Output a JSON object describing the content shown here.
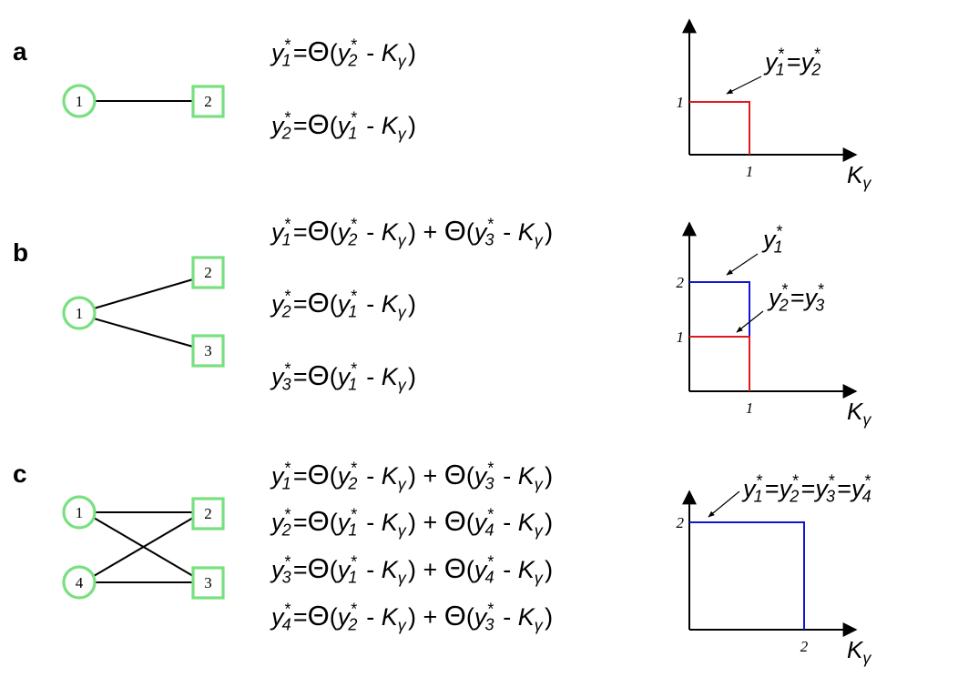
{
  "colors": {
    "node_stroke": "#77e07f",
    "red_line": "#e0191c",
    "blue_line": "#1414d4"
  },
  "panels": [
    {
      "label": "a",
      "nodes": [
        {
          "id": "1",
          "shape": "circle"
        },
        {
          "id": "2",
          "shape": "square"
        }
      ],
      "edges": [
        [
          "1",
          "2"
        ]
      ],
      "equations": [
        {
          "lhs": "1",
          "terms": [
            [
              "2"
            ]
          ]
        },
        {
          "lhs": "2",
          "terms": [
            [
              "1"
            ]
          ]
        }
      ],
      "chart_data": {
        "type": "line",
        "xlabel": "K",
        "xlabel_sub": "γ",
        "x_ticks": [
          "1"
        ],
        "y_ticks": [
          "1"
        ],
        "series": [
          {
            "color": "red",
            "points": [
              [
                0,
                1
              ],
              [
                1,
                1
              ],
              [
                1,
                0
              ]
            ]
          }
        ],
        "annotations": [
          {
            "subs": [
              "1",
              "2"
            ]
          }
        ]
      }
    },
    {
      "label": "b",
      "nodes": [
        {
          "id": "1",
          "shape": "circle"
        },
        {
          "id": "2",
          "shape": "square"
        },
        {
          "id": "3",
          "shape": "square"
        }
      ],
      "edges": [
        [
          "1",
          "2"
        ],
        [
          "1",
          "3"
        ]
      ],
      "equations": [
        {
          "lhs": "1",
          "terms": [
            [
              "2"
            ],
            [
              "3"
            ]
          ]
        },
        {
          "lhs": "2",
          "terms": [
            [
              "1"
            ]
          ]
        },
        {
          "lhs": "3",
          "terms": [
            [
              "1"
            ]
          ]
        }
      ],
      "chart_data": {
        "type": "line",
        "xlabel": "K",
        "xlabel_sub": "γ",
        "x_ticks": [
          "1"
        ],
        "y_ticks": [
          "1",
          "2"
        ],
        "series": [
          {
            "color": "blue",
            "points": [
              [
                0,
                2
              ],
              [
                1,
                2
              ],
              [
                1,
                0
              ]
            ]
          },
          {
            "color": "red",
            "points": [
              [
                0,
                1
              ],
              [
                1,
                1
              ],
              [
                1,
                0
              ]
            ]
          }
        ],
        "annotations": [
          {
            "subs": [
              "1"
            ]
          },
          {
            "subs": [
              "2",
              "3"
            ]
          }
        ]
      }
    },
    {
      "label": "c",
      "nodes": [
        {
          "id": "1",
          "shape": "circle"
        },
        {
          "id": "4",
          "shape": "circle"
        },
        {
          "id": "2",
          "shape": "square"
        },
        {
          "id": "3",
          "shape": "square"
        }
      ],
      "edges": [
        [
          "1",
          "2"
        ],
        [
          "1",
          "3"
        ],
        [
          "4",
          "2"
        ],
        [
          "4",
          "3"
        ]
      ],
      "equations": [
        {
          "lhs": "1",
          "terms": [
            [
              "2"
            ],
            [
              "3"
            ]
          ]
        },
        {
          "lhs": "2",
          "terms": [
            [
              "1"
            ],
            [
              "4"
            ]
          ]
        },
        {
          "lhs": "3",
          "terms": [
            [
              "1"
            ],
            [
              "4"
            ]
          ]
        },
        {
          "lhs": "4",
          "terms": [
            [
              "2"
            ],
            [
              "3"
            ]
          ]
        }
      ],
      "chart_data": {
        "type": "line",
        "xlabel": "K",
        "xlabel_sub": "γ",
        "x_ticks": [
          "2"
        ],
        "y_ticks": [
          "2"
        ],
        "series": [
          {
            "color": "blue",
            "points": [
              [
                0,
                2
              ],
              [
                2,
                2
              ],
              [
                2,
                0
              ]
            ]
          }
        ],
        "annotations": [
          {
            "subs": [
              "1",
              "2",
              "3",
              "4"
            ]
          }
        ]
      }
    }
  ],
  "symbols": {
    "var": "y",
    "star": "*",
    "theta": "Θ",
    "minus": "-",
    "plus": "+",
    "eq": "=",
    "K": "K",
    "gamma": "γ",
    "lparen": "(",
    "rparen": ")"
  }
}
